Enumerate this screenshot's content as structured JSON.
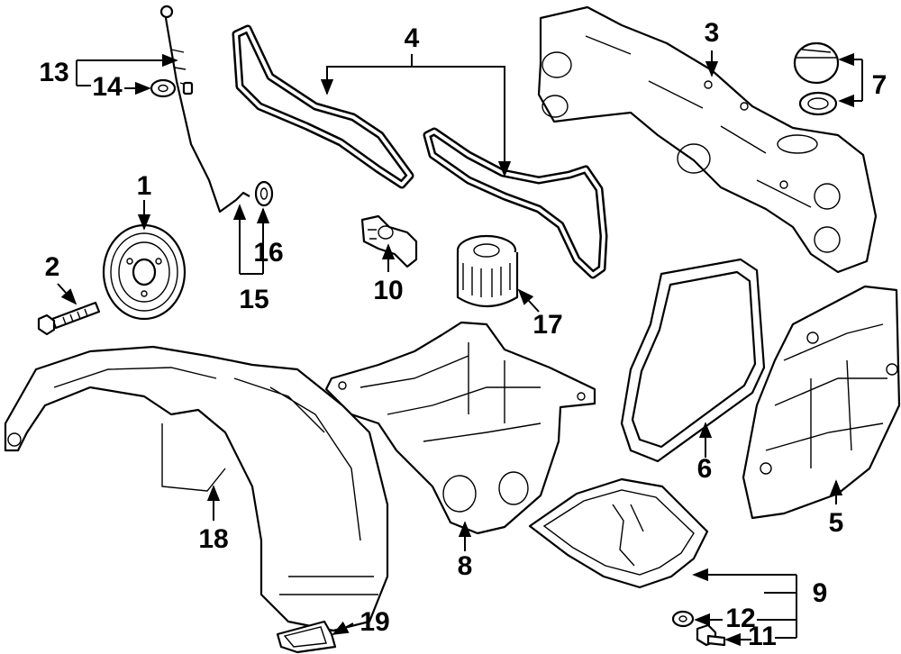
{
  "diagram": {
    "callouts": [
      {
        "id": "1",
        "text": "1"
      },
      {
        "id": "2",
        "text": "2"
      },
      {
        "id": "3",
        "text": "3"
      },
      {
        "id": "4",
        "text": "4"
      },
      {
        "id": "5",
        "text": "5"
      },
      {
        "id": "6",
        "text": "6"
      },
      {
        "id": "7",
        "text": "7"
      },
      {
        "id": "8",
        "text": "8"
      },
      {
        "id": "9",
        "text": "9"
      },
      {
        "id": "10",
        "text": "10"
      },
      {
        "id": "11",
        "text": "11"
      },
      {
        "id": "12",
        "text": "12"
      },
      {
        "id": "13",
        "text": "13"
      },
      {
        "id": "14",
        "text": "14"
      },
      {
        "id": "15",
        "text": "15"
      },
      {
        "id": "16",
        "text": "16"
      },
      {
        "id": "17",
        "text": "17"
      },
      {
        "id": "18",
        "text": "18"
      },
      {
        "id": "19",
        "text": "19"
      }
    ]
  }
}
